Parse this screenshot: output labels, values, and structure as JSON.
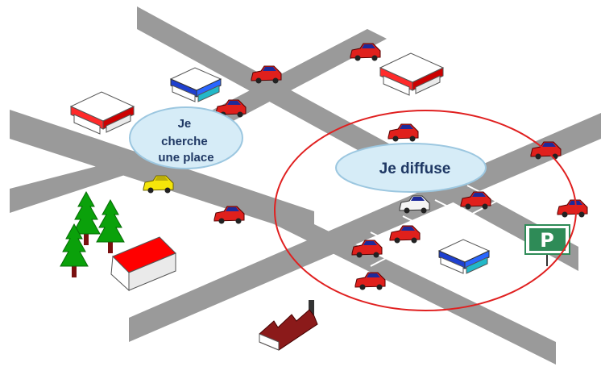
{
  "bubbles": {
    "left": {
      "lines": [
        "Je",
        "cherche",
        "une place"
      ]
    },
    "right": {
      "text": "Je diffuse"
    }
  },
  "parking_sign": {
    "letter": "P"
  },
  "colors": {
    "road": "#9a9a9a",
    "car_red": "#e0201c",
    "car_yellow": "#f5e60a",
    "car_white": "#f4f4f4",
    "bubble_fill": "#d6ecf7",
    "bubble_stroke": "#9cc7e0",
    "bubble_text": "#1f3864",
    "broadcast_circle": "#e02020",
    "parking_sign": "#2e8b57",
    "roof_red": "#ff0000",
    "roof_blue": "#1e40d0",
    "tree_green": "#0aa10a",
    "factory": "#8b1a1a"
  },
  "icons": [
    "car-icon",
    "house-icon",
    "shop-icon",
    "factory-icon",
    "tree-icon",
    "parking-sign-icon"
  ]
}
